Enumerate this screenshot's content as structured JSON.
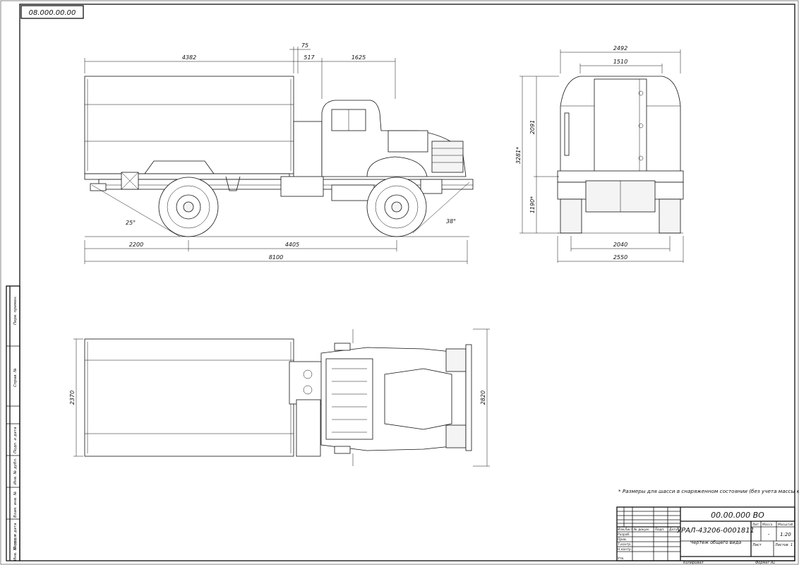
{
  "drawing": {
    "code_box": "08.000.00.00",
    "note": "* Размеры для шасси в снаряженном состоянии (без учета массы кузова)"
  },
  "side_view": {
    "dims": {
      "body_length": "4382",
      "gap_75": "75",
      "gap_517": "517",
      "cab_1625": "1625",
      "rear_overhang": "2200",
      "wheelbase": "4405",
      "total_length": "8100",
      "angle_rear": "25°",
      "angle_front": "38°"
    }
  },
  "front_view": {
    "dims": {
      "width_top": "2492",
      "width_1510": "1510",
      "height_body": "2091",
      "height_total": "3281*",
      "height_frame": "1190*",
      "track": "2040",
      "width_total": "2550"
    }
  },
  "top_view": {
    "dims": {
      "width_2370": "2370",
      "width_2820": "2820"
    }
  },
  "title_block": {
    "designation": "00.00.000 ВО",
    "name": "УРАЛ-43206-0001811",
    "doc_title": "Чертеж общего вида",
    "col_lit": "Лит.",
    "col_mass": "Масса",
    "col_scale": "Масштаб",
    "mass_value": "-",
    "scale_value": "1:20",
    "sheet_label": "Лист",
    "sheets_label": "Листов",
    "sheets_value": "1",
    "hdr_izm": "Изм.",
    "hdr_list": "Лист",
    "hdr_doc": "№ докум.",
    "hdr_sign": "Подп.",
    "hdr_date": "Дата",
    "role_razrab": "Разраб.",
    "role_prov": "Пров.",
    "role_tkontr": "Т.контр.",
    "role_nkontr": "Н.контр.",
    "role_utv": "Утв.",
    "copied": "Копировал",
    "format": "Формат   А1"
  },
  "side_strip": {
    "perv_primen": "Перв. примен.",
    "sprav_no": "Справ. №",
    "podp_data_1": "Подп. и дата",
    "inv_dubl": "Инв. № дубл.",
    "vzam_inv": "Взам. инв. №",
    "podp_data_2": "Подп. и дата",
    "inv_podl": "Инв. № подл."
  }
}
